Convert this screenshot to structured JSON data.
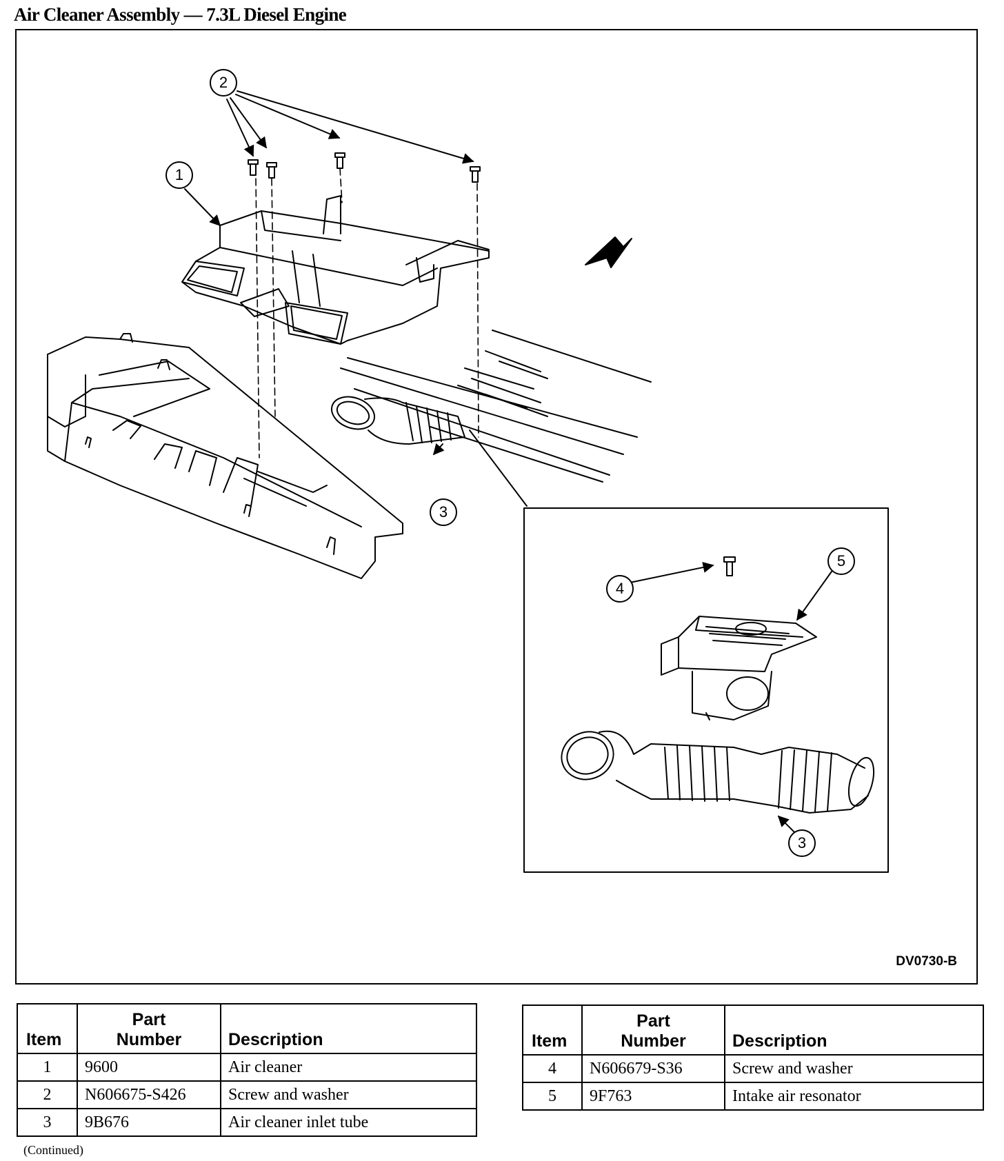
{
  "page": {
    "title": "Air Cleaner Assembly — 7.3L Diesel Engine",
    "continued": "(Continued)"
  },
  "figure": {
    "code": "DV0730-B",
    "callouts": {
      "c1": "1",
      "c2": "2",
      "c3_main": "3",
      "c4": "4",
      "c5": "5",
      "c3_detail": "3"
    }
  },
  "tables": {
    "headers": {
      "item": "Item",
      "part_line1": "Part",
      "part_line2": "Number",
      "description": "Description"
    },
    "left": [
      {
        "item": "1",
        "part_number": "9600",
        "description": "Air cleaner"
      },
      {
        "item": "2",
        "part_number": "N606675-S426",
        "description": "Screw and washer"
      },
      {
        "item": "3",
        "part_number": "9B676",
        "description": "Air cleaner inlet tube"
      }
    ],
    "right": [
      {
        "item": "4",
        "part_number": "N606679-S36",
        "description": "Screw and washer"
      },
      {
        "item": "5",
        "part_number": "9F763",
        "description": "Intake air resonator"
      }
    ]
  }
}
